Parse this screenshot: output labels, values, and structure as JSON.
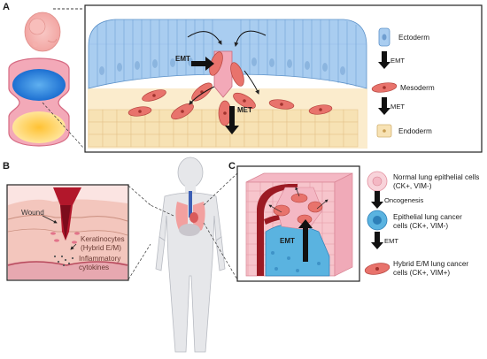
{
  "panels": {
    "a": {
      "letter": "A",
      "arrows": {
        "emt": "EMT",
        "met": "MET"
      },
      "legend": [
        {
          "label": "Ectoderm"
        },
        {
          "arrow": "EMT"
        },
        {
          "label": "Mesoderm"
        },
        {
          "arrow": "MET"
        },
        {
          "label": "Endoderm"
        }
      ]
    },
    "b": {
      "letter": "B",
      "wound_label": "Wound",
      "keratinocytes_line1": "Keratinocytes",
      "keratinocytes_line2": "(Hybrid E/M)",
      "cytokines_line1": "Inflammatory",
      "cytokines_line2": "cytokines"
    },
    "c": {
      "letter": "C",
      "cube_label": "EMT",
      "legend": [
        {
          "line1": "Normal lung epithelial cells",
          "line2": "(CK+, VIM-)"
        },
        {
          "arrow": "Oncogenesis"
        },
        {
          "line1": "Epithelial lung cancer",
          "line2": "cells (CK+, VIM-)"
        },
        {
          "arrow": "EMT"
        },
        {
          "line1": "Hybrid E/M lung cancer",
          "line2": "cells (CK+, VIM+)"
        }
      ]
    }
  },
  "colors": {
    "ectoderm": "#a9cdf0",
    "mesoderm": "#e8736c",
    "endoderm": "#f7e2b4",
    "cancer": "#5ab3e0",
    "normal": "#f4b8c4"
  }
}
